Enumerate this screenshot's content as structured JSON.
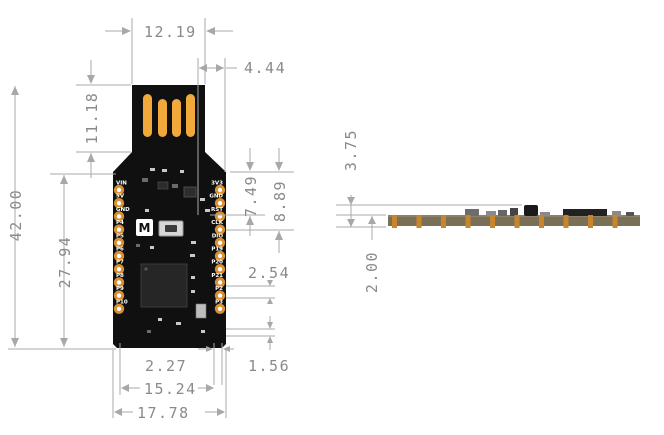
{
  "dimensions": {
    "total_width_top": "12.19",
    "usb_offset": "4.44",
    "usb_length": "11.18",
    "total_length": "42.00",
    "pin_span": "27.94",
    "header_top_a": "7.49",
    "header_top_b": "8.89",
    "pin_pitch": "2.54",
    "edge_offset": "2.27",
    "pin_offset": "1.56",
    "row_spacing": "15.24",
    "board_width": "17.78",
    "component_height": "3.75",
    "board_thickness": "2.00"
  },
  "pins_left": [
    "VIN",
    "5V",
    "GND",
    "P4",
    "P5",
    "P6",
    "P7",
    "P8",
    "P9",
    "P10"
  ],
  "pins_right": [
    "3V3",
    "GND",
    "RST",
    "CLK",
    "DIO",
    "P19",
    "P20",
    "P21",
    "P2",
    "P3"
  ],
  "logo_letter": "M",
  "colors": {
    "board": "#101010",
    "gold": "#f0a93a",
    "pad": "#d98e2f",
    "dim_text": "#8a8a8a",
    "dim_line": "#a8a8a8",
    "side_pcb": "#7a7058"
  }
}
